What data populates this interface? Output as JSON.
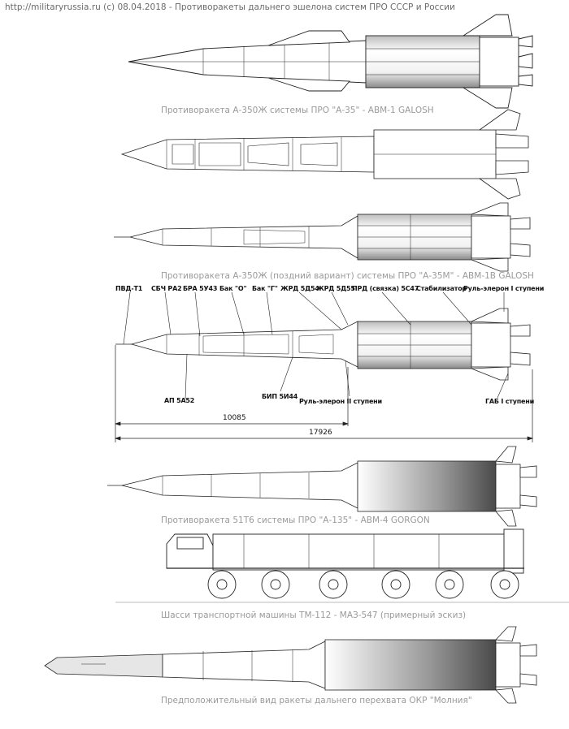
{
  "header": "http://militaryrussia.ru (c) 08.04.2018 - Противоракеты дальнего эшелона систем ПРО СССР и России",
  "captions": {
    "galosh": "Противоракета А-350Ж системы ПРО \"А-35\" - ABM-1 GALOSH",
    "galosh_late": "Противоракета А-350Ж (поздний вариант) системы ПРО \"А-35М\" - ABM-1B GALOSH",
    "gorgon": "Противоракета 51Т6 системы ПРО \"А-135\" - ABM-4 GORGON",
    "chassis": "Шасси транспортной машины ТМ-112 - МАЗ-547 (примерный эскиз)",
    "molniya": "Предположительный вид ракеты дальнего перехвата ОКР \"Молния\""
  },
  "labels_top": {
    "pvd": "ПВД-Т1",
    "sbch": "СБЧ РА2",
    "bra": "БРА 5У43",
    "bak_o": "Бак \"О\"",
    "bak_g": "Бак \"Г\"",
    "zhrd1": "ЖРД 5Д54",
    "zhrd2": "ЖРД 5Д55",
    "prd": "ПРД (связка) 5С47",
    "stab": "Стабилизатор",
    "rul1": "Руль-элерон I ступени"
  },
  "labels_bottom": {
    "ap": "АП 5А52",
    "bip": "БИП 5И44",
    "rul2": "Руль-элерон II ступени",
    "gab": "ГАБ I ступени"
  },
  "dimensions": {
    "d1": "10085",
    "d2": "17926"
  }
}
